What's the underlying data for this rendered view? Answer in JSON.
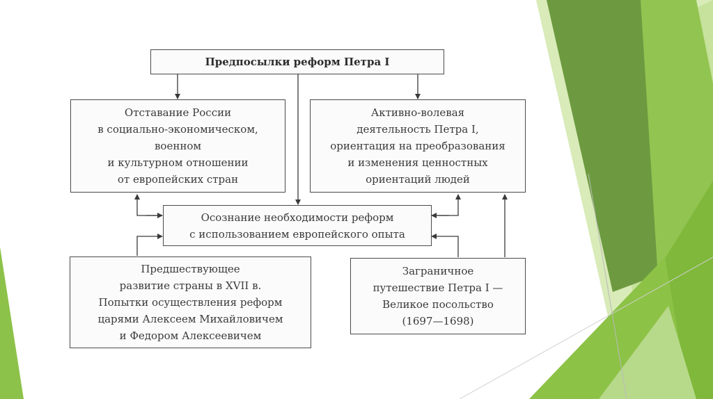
{
  "slide": {
    "background": "#ffffff",
    "accent_colors": [
      "#8fc24a",
      "#6a9a3c",
      "#a8cf6a",
      "#c9e3a0",
      "#5f8f2e"
    ]
  },
  "diagram": {
    "title": "Предпосылки реформ Петра I",
    "lag": "Отставание России\nв социально-экономическом,\nвоенном\nи культурном отношении\nот европейских стран",
    "activity": "Активно-волевая\nдеятельность Петра I,\nориентация на преобразования\nи изменения ценностных\nориентаций людей",
    "awareness": "Осознание необходимости реформ\nс использованием европейского опыта",
    "previous": "Предшествующее\nразвитие страны в XVII в.\nПопытки осуществления реформ\nцарями Алексеем Михайловичем\nи Федором Алексеевичем",
    "embassy": "Заграничное\nпутешествие Петра I —\nВеликое посольство\n(1697—1698)"
  }
}
